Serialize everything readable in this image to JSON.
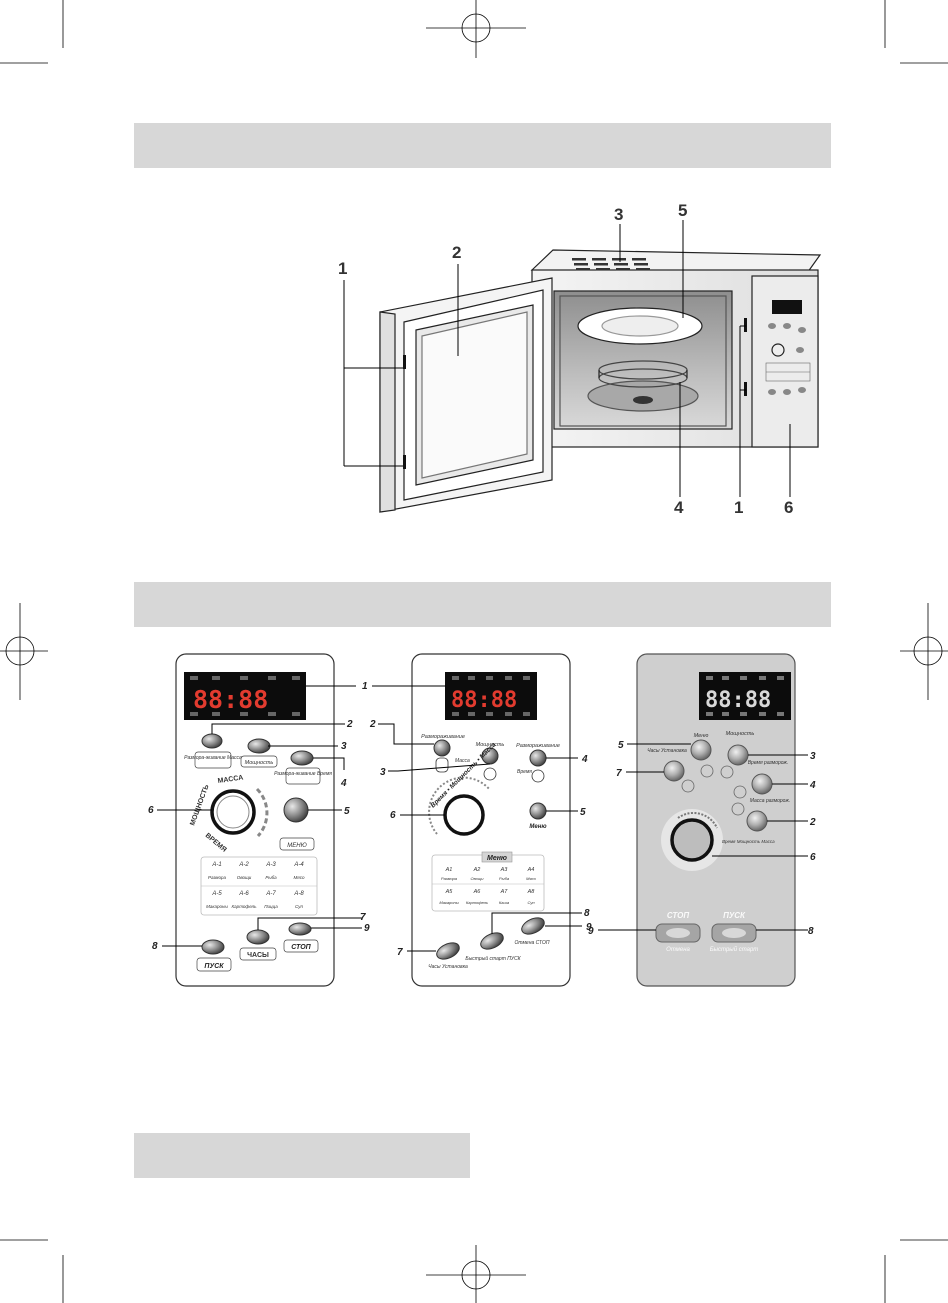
{
  "callouts": {
    "oven": {
      "n1a": "1",
      "n2": "2",
      "n3": "3",
      "n5": "5",
      "n1b": "1",
      "n4": "4",
      "n6": "6"
    },
    "panel_a": {
      "n1": "1",
      "n2": "2",
      "n3": "3",
      "n4": "4",
      "n5": "5",
      "n6": "6",
      "n7": "7",
      "n8": "8",
      "n9": "9"
    },
    "panel_b": {
      "n1": "1",
      "n2": "2",
      "n3": "3",
      "n4": "4",
      "n5": "5",
      "n6": "6",
      "n7": "7",
      "n8": "8",
      "n9": "9"
    },
    "panel_c": {
      "n5": "5",
      "n3": "3",
      "n7": "7",
      "n4": "4",
      "n2": "2",
      "n6": "6",
      "n9": "9",
      "n8": "8"
    }
  },
  "display": {
    "digits": "88:88"
  },
  "panel_a": {
    "defrost_weight": "Разморa-живание Масса",
    "power": "Мощность",
    "defrost_time": "Разморa-живание Время",
    "dial_mass": "МАССА",
    "dial_power": "МОЩНОСТЬ",
    "dial_time": "ВРЕМЯ",
    "menu": "МЕНЮ",
    "programs": [
      {
        "code": "A-1",
        "name": "Разморa"
      },
      {
        "code": "A-2",
        "name": "Овощи"
      },
      {
        "code": "A-3",
        "name": "Рыба"
      },
      {
        "code": "A-4",
        "name": "Мясо"
      },
      {
        "code": "A-5",
        "name": "Макароны"
      },
      {
        "code": "A-6",
        "name": "Картофель"
      },
      {
        "code": "A-7",
        "name": "Пицца"
      },
      {
        "code": "A-8",
        "name": "Суп"
      }
    ],
    "clock": "ЧАСЫ",
    "stop": "СТОП",
    "start": "ПУСК"
  },
  "panel_b": {
    "defrost": "Размораживание",
    "defrost_mass": "Масса",
    "power": "Мощность",
    "defrost2": "Размораживание",
    "defrost_time": "Время",
    "dial_ring": "Время • Мощность • Масса",
    "menu": "Меню",
    "menu_title": "Меню",
    "programs": [
      {
        "code": "A1",
        "name": "Разморa"
      },
      {
        "code": "A2",
        "name": "Овощи"
      },
      {
        "code": "A3",
        "name": "Рыба"
      },
      {
        "code": "A4",
        "name": "Мясо"
      },
      {
        "code": "A5",
        "name": "Макароны"
      },
      {
        "code": "A6",
        "name": "Картофель"
      },
      {
        "code": "A7",
        "name": "Каша"
      },
      {
        "code": "A8",
        "name": "Суп"
      }
    ],
    "clock": "Часы Установка",
    "quick_start": "Быстрый старт ПУСК",
    "cancel_stop": "Отмена СТОП"
  },
  "panel_c": {
    "menu": "Меню",
    "power": "Мощность",
    "clock": "Часы Установка",
    "defrost_time": "Время разморож.",
    "defrost_mass": "Масса разморож.",
    "dial_labels": "Время Мощность Масса",
    "stop": "СТОП",
    "stop_sub": "Отмена",
    "start": "ПУСК",
    "start_sub": "Быстрый старт"
  }
}
